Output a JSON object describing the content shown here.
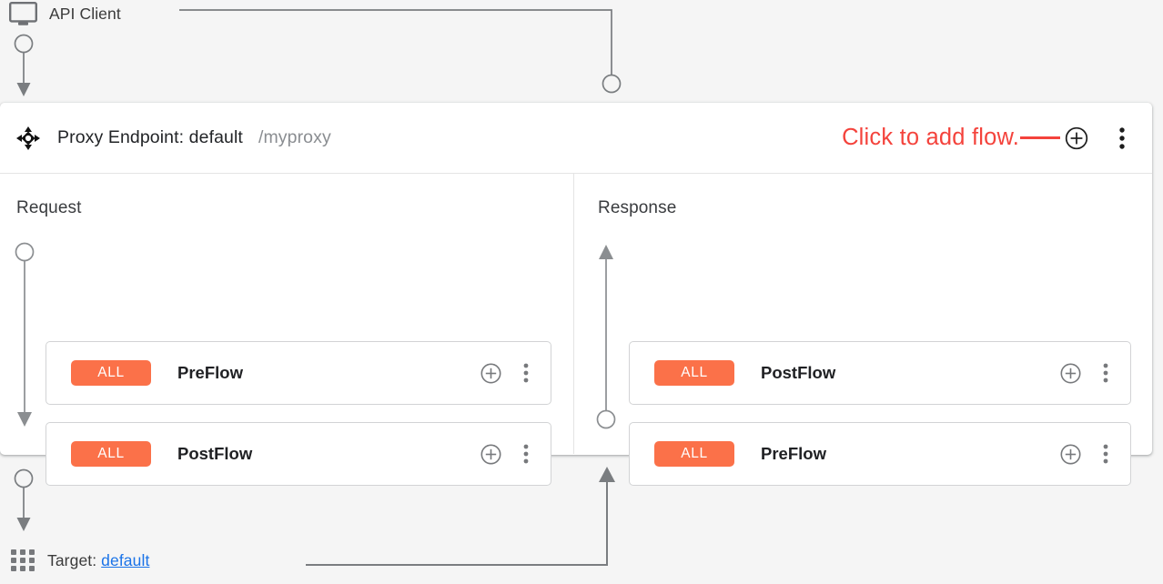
{
  "client": {
    "icon": "monitor-icon",
    "label": "API Client"
  },
  "proxy": {
    "icon": "move-arrows-icon",
    "title": "Proxy Endpoint: default",
    "basepath": "/myproxy",
    "annotation": {
      "text": "Click to add flow.",
      "color": "#f4433c"
    },
    "add_flow_icon": "plus-circle-icon",
    "menu_icon": "kebab-menu-icon"
  },
  "columns": [
    {
      "title": "Request",
      "direction": "down",
      "flows": [
        {
          "badge": "ALL",
          "name": "PreFlow",
          "add_icon": "plus-circle-icon",
          "menu_icon": "kebab-menu-icon"
        },
        {
          "badge": "ALL",
          "name": "PostFlow",
          "add_icon": "plus-circle-icon",
          "menu_icon": "kebab-menu-icon"
        }
      ]
    },
    {
      "title": "Response",
      "direction": "up",
      "flows": [
        {
          "badge": "ALL",
          "name": "PostFlow",
          "add_icon": "plus-circle-icon",
          "menu_icon": "kebab-menu-icon"
        },
        {
          "badge": "ALL",
          "name": "PreFlow",
          "add_icon": "plus-circle-icon",
          "menu_icon": "kebab-menu-icon"
        }
      ]
    }
  ],
  "target": {
    "icon": "grid-dots-icon",
    "label": "Target:",
    "link": "default"
  },
  "colors": {
    "badge_orange": "#fb7149",
    "annotation_red": "#f4433c",
    "link_blue": "#1a73e8",
    "connector_gray": "#7a7d80",
    "background": "#f5f5f5",
    "panel": "#ffffff"
  }
}
